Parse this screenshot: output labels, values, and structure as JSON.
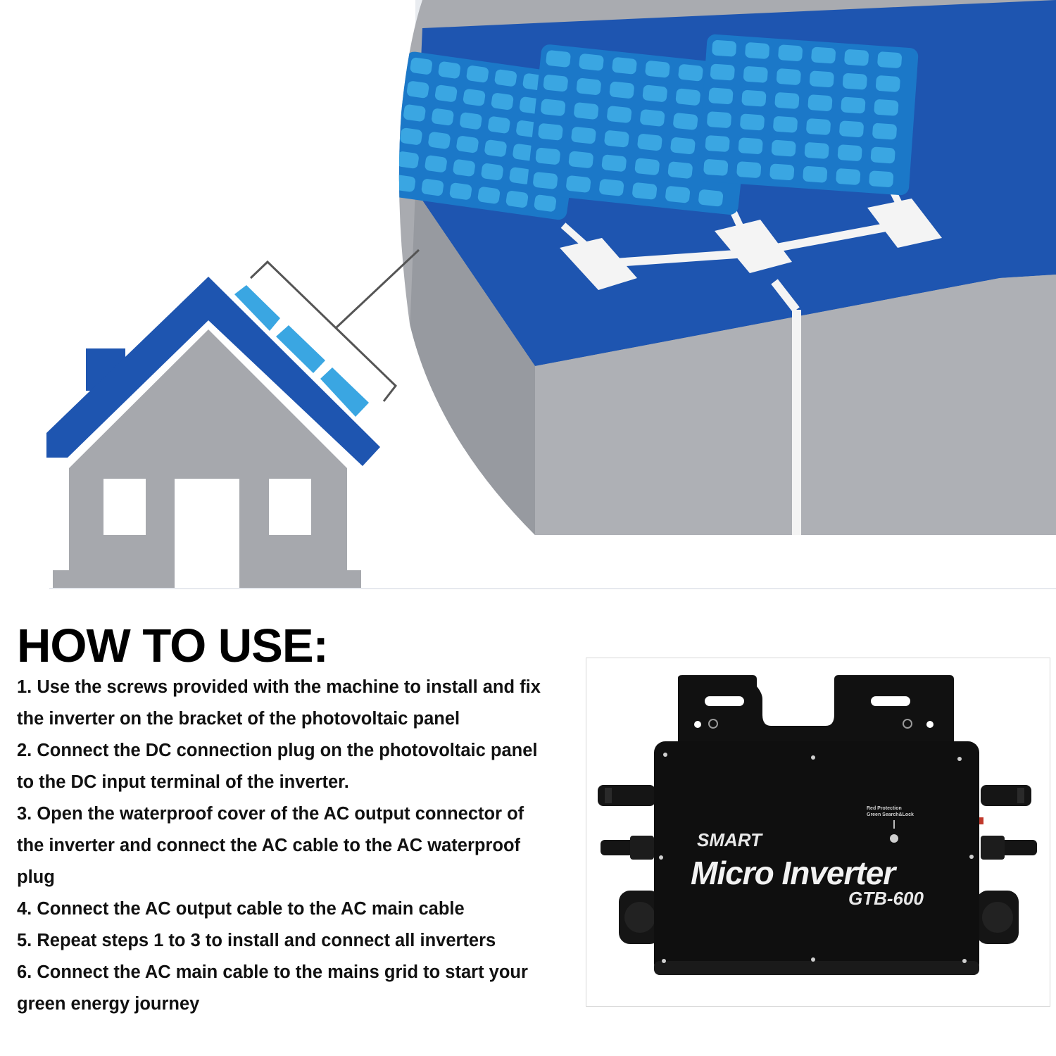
{
  "heading": "HOW TO USE:",
  "steps": [
    {
      "line1": "1. Use the screws provided with the machine to install and fix",
      "line2": "the inverter on the bracket of the photovoltaic panel"
    },
    {
      "line1": "2. Connect the DC connection plug on the photovoltaic panel",
      "line2": "to the DC input terminal of the inverter."
    },
    {
      "line1": "3. Open the waterproof cover of the AC output connector of",
      "line2": "the inverter and connect the AC cable to the AC waterproof",
      "line3": "plug"
    },
    {
      "line1": "4. Connect the AC output cable to the AC main cable"
    },
    {
      "line1": "5. Repeat steps 1 to 3 to install and connect all inverters"
    },
    {
      "line1": "6. Connect the AC main cable to the mains grid to start your",
      "line2": "green energy journey"
    }
  ],
  "product": {
    "brand_small": "SMART",
    "brand_main": "Micro Inverter",
    "model": "GTB-600",
    "led_line1": "Red Protection",
    "led_line2": "Green Search&Lock"
  },
  "colors": {
    "roof_blue": "#1e55b0",
    "cell_light": "#3aa6e2",
    "house_gray": "#a6a8ad",
    "inverter_body": "#0f0f0f"
  }
}
